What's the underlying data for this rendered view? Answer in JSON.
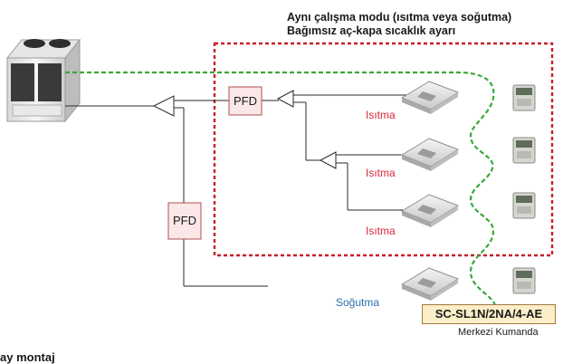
{
  "header": {
    "line1": "Aynı çalışma modu (ısıtma veya soğutma)",
    "line2": "Bağımsız aç-kapa sıcaklık ayarı"
  },
  "pfd_boxes": [
    "PFD",
    "PFD"
  ],
  "indoor_units": [
    {
      "mode": "Isıtma"
    },
    {
      "mode": "Isıtma"
    },
    {
      "mode": "Isıtma"
    },
    {
      "mode": "Soğutma"
    }
  ],
  "central_control": {
    "model": "SC-SL1N/2NA/4-AE",
    "caption": "Merkezi Kumanda"
  },
  "bottom_left_text": "ay montaj",
  "colors": {
    "heating": "#d8283a",
    "cooling": "#2a6fad",
    "group_border": "#c8202a",
    "signal_line": "#3aa83a",
    "pfd_fill": "#fbe7e7",
    "control_fill": "#fbeec8"
  },
  "icons": [
    "outdoor-unit-icon",
    "cassette-unit-icon",
    "remote-controller-icon",
    "flow-arrow-icon"
  ]
}
